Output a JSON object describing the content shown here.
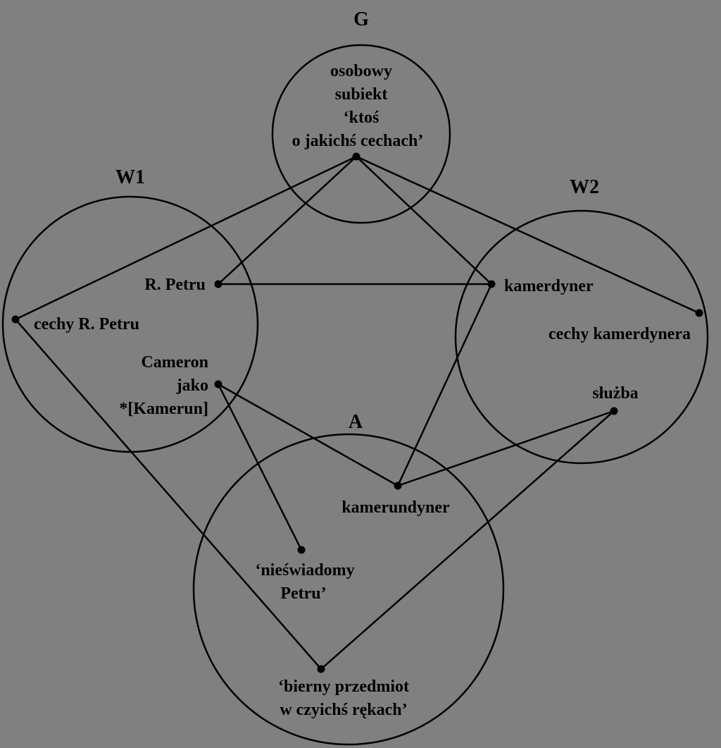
{
  "spaces": {
    "g": "G",
    "w1": "W1",
    "w2": "W2",
    "a": "A"
  },
  "g_text": [
    "osobowy",
    "subiekt",
    "‘ktoś",
    "o jakichś cechach’"
  ],
  "w1_text": {
    "r_petru": "R. Petru",
    "cechy": "cechy R. Petru",
    "cameron": [
      "Cameron",
      "jako",
      "*[Kamerun]"
    ]
  },
  "w2_text": {
    "kamerdyner": "kamerdyner",
    "cechy": "cechy kamerdynera",
    "sluzba": "służba"
  },
  "a_text": {
    "kamerundyner": "kamerundyner",
    "nieswiadomy": [
      "‘nieświadomy",
      "Petru’"
    ],
    "bierny": [
      "‘bierny przedmiot",
      "w czyichś rękach’"
    ]
  },
  "colors": {
    "background": "#808080",
    "ink": "#000000"
  }
}
